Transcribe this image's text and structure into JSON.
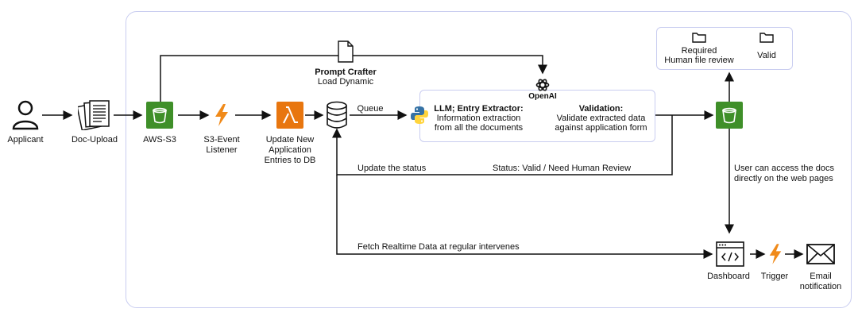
{
  "nodes": {
    "applicant": "Applicant",
    "doc_upload": "Doc-Upload",
    "aws_s3": "AWS-S3",
    "s3_event": [
      "S3-Event",
      "Listener"
    ],
    "update_db": [
      "Update New",
      "Application",
      "Entries to DB"
    ],
    "prompt_crafter_title": "Prompt Crafter",
    "prompt_crafter_sub": "Load Dynamic",
    "queue": "Queue",
    "openai": "OpenAI",
    "llm_title": "LLM; Entry Extractor:",
    "llm_desc": [
      "Information extraction",
      "from all the documents"
    ],
    "validation_title": "Validation:",
    "validation_desc": [
      "Validate extracted data",
      "against application form"
    ],
    "required_review": [
      "Required",
      "Human file review"
    ],
    "valid": "Valid",
    "user_access": [
      "User can access the docs",
      "directly on the web pages"
    ],
    "update_status": "Update the status",
    "status_values": "Status: Valid / Need Human Review",
    "fetch_realtime": "Fetch Realtime Data at regular intervenes",
    "dashboard": "Dashboard",
    "trigger": "Trigger",
    "email": [
      "Email",
      "notification"
    ]
  },
  "colors": {
    "frame": "#c9cdf0",
    "s3_green": "#3f8f29",
    "lambda_orange": "#e8760f",
    "lightning_orange": "#f08a1a",
    "python_blue": "#3572a5",
    "python_yellow": "#ffd43b"
  }
}
